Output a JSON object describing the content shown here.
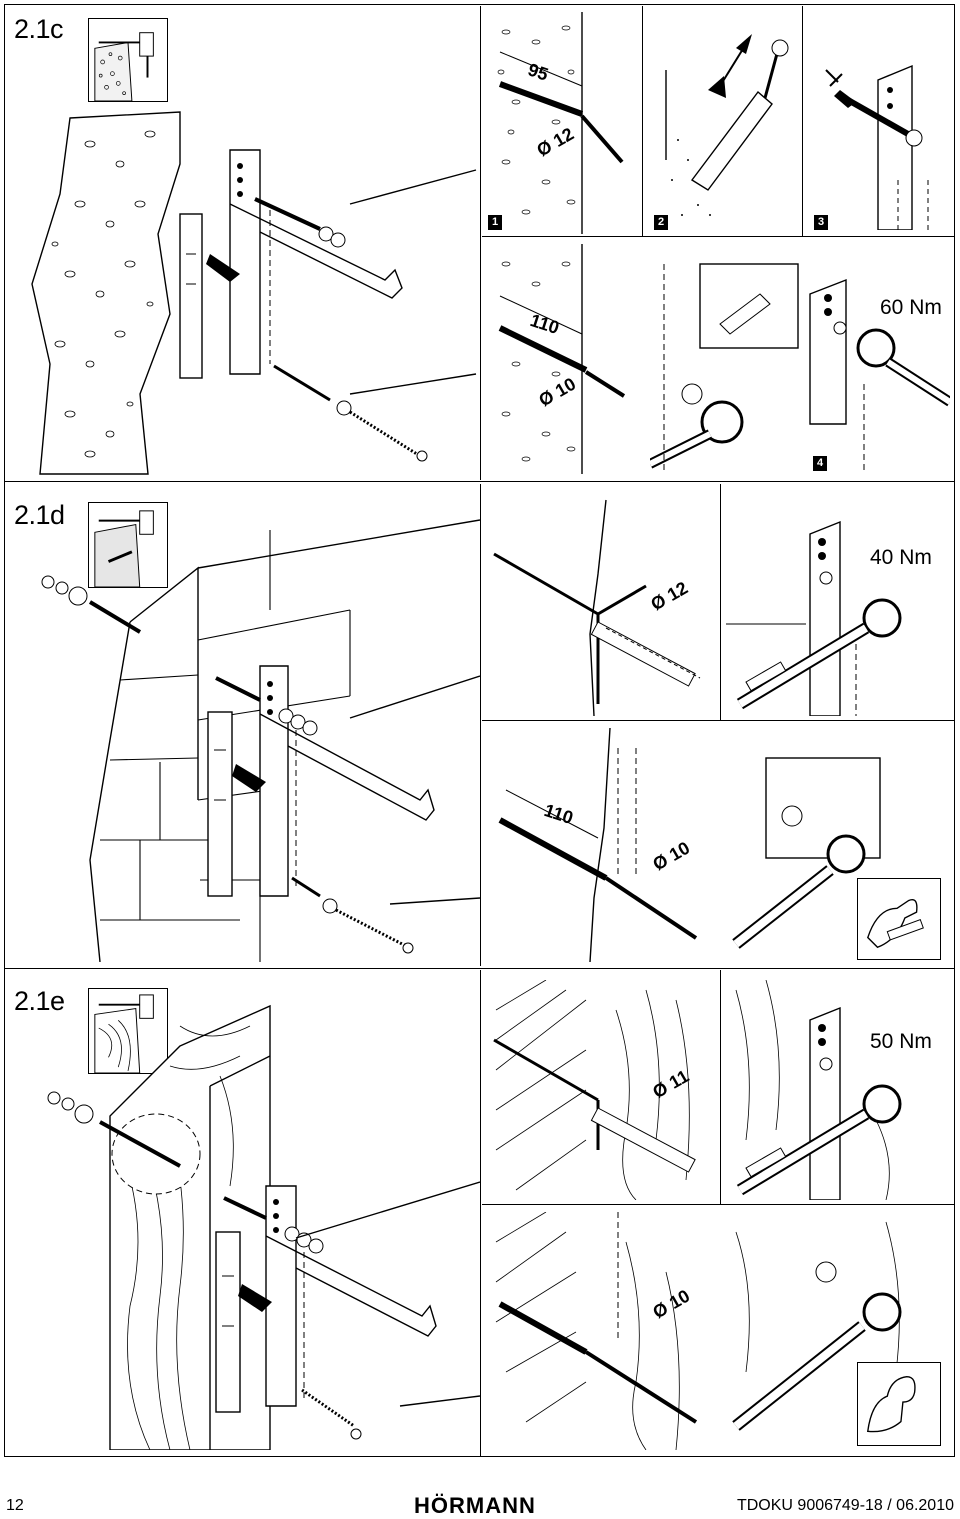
{
  "sections": {
    "c": {
      "label": "2.1c",
      "dims": [
        "95",
        "Ø 12",
        "110",
        "Ø 10"
      ],
      "steps": [
        "1",
        "2",
        "3",
        "4"
      ],
      "torque": "60 Nm"
    },
    "d": {
      "label": "2.1d",
      "dims": [
        "Ø 12",
        "110",
        "Ø 10"
      ],
      "torque": "40 Nm"
    },
    "e": {
      "label": "2.1e",
      "dims": [
        "Ø 11",
        "Ø 10"
      ],
      "torque": "50 Nm"
    }
  },
  "footer": {
    "page_number": "12",
    "brand": "HÖRMANN",
    "doc_id": "TDOKU 9006749-18 / 06.2010"
  }
}
